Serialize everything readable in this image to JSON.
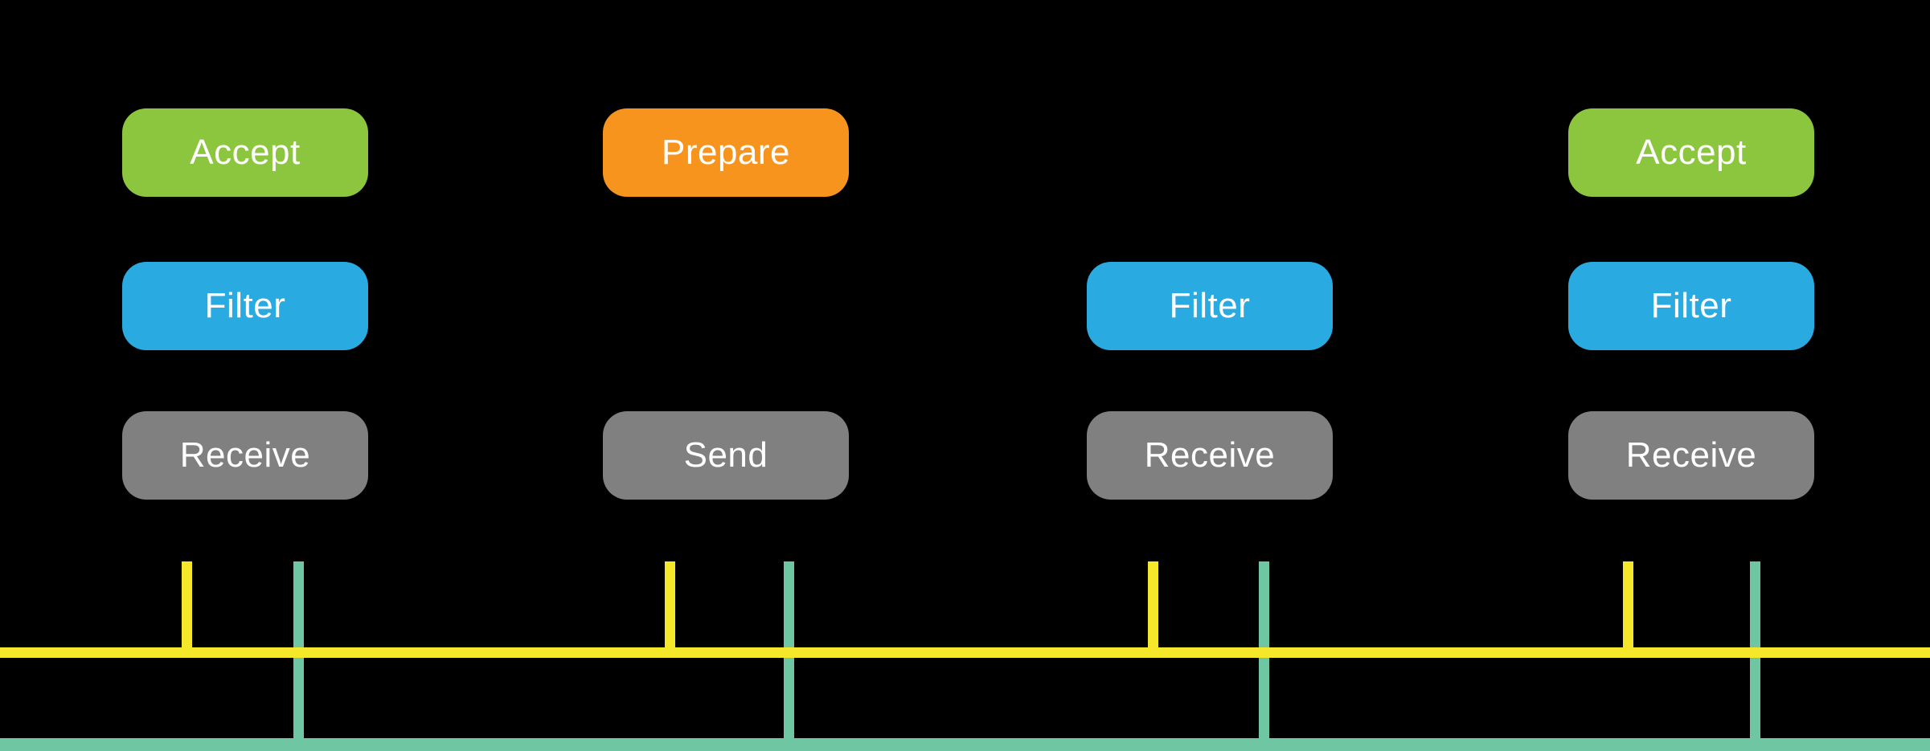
{
  "diagram": {
    "background": "#000000",
    "palette": {
      "green": "#8CC63F",
      "orange": "#F7941E",
      "blue": "#29ABE2",
      "gray": "#808080",
      "yellow": "#F5E82B",
      "teal": "#6EC6A3",
      "label_text": "#FFFFFF"
    },
    "columns": [
      {
        "name": "pipeline-1",
        "nodes": [
          {
            "label": "Accept",
            "color": "#8CC63F"
          },
          {
            "label": "Filter",
            "color": "#29ABE2"
          },
          {
            "label": "Receive",
            "color": "#808080"
          }
        ]
      },
      {
        "name": "pipeline-2",
        "nodes": [
          {
            "label": "Prepare",
            "color": "#F7941E"
          },
          {
            "label": "Send",
            "color": "#808080"
          }
        ]
      },
      {
        "name": "pipeline-3",
        "nodes": [
          {
            "label": "Filter",
            "color": "#29ABE2"
          },
          {
            "label": "Receive",
            "color": "#808080"
          }
        ]
      },
      {
        "name": "pipeline-4",
        "nodes": [
          {
            "label": "Accept",
            "color": "#8CC63F"
          },
          {
            "label": "Filter",
            "color": "#29ABE2"
          },
          {
            "label": "Receive",
            "color": "#808080"
          }
        ]
      }
    ],
    "buses": [
      {
        "name": "yellow-bus",
        "color": "#F5E82B"
      },
      {
        "name": "teal-bus",
        "color": "#6EC6A3"
      }
    ]
  }
}
